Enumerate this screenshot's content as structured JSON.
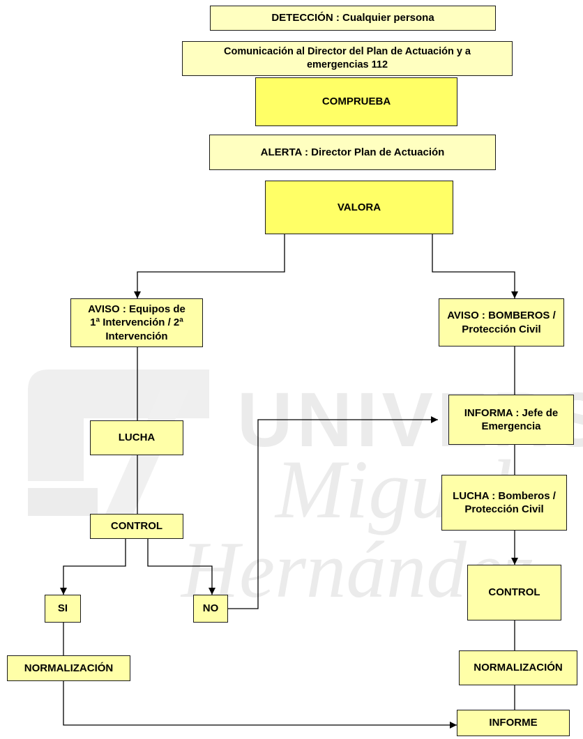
{
  "colors": {
    "box_fill": "#ffffa8",
    "box_fill_bright": "#ffff66",
    "box_border": "#1a1a1a",
    "watermark": "#e9e9e9"
  },
  "watermark": {
    "lines": [
      "UNIVERSITAS",
      "Miguel",
      "Hernández"
    ]
  },
  "nodes": {
    "deteccion": "DETECCIÓN : Cualquier persona",
    "comunicacion": "Comunicación al Director del Plan de Actuación y a\nemergencias 112",
    "comprueba": "COMPRUEBA",
    "alerta": "ALERTA : Director Plan de Actuación",
    "valora": "VALORA",
    "aviso_equipos": "AVISO : Equipos de\n1ª Intervención / 2ª\nIntervención",
    "aviso_bomberos": "AVISO : BOMBEROS /\nProtección Civil",
    "lucha": "LUCHA",
    "informa": "INFORMA : Jefe de\nEmergencia",
    "lucha_bomberos": "LUCHA : Bomberos /\nProtección Civil",
    "control_left": "CONTROL",
    "control_right": "CONTROL",
    "si": "SI",
    "no": "NO",
    "normalizacion_left": "NORMALIZACIÓN",
    "normalizacion_right": "NORMALIZACIÓN",
    "informe": "INFORME"
  }
}
